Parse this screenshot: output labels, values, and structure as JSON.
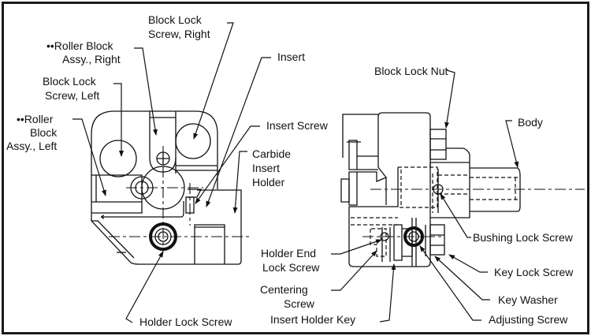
{
  "diagram": {
    "title": "Boring head insert holder assembly",
    "left_view": {
      "labels": {
        "block_lock_screw_right": [
          "Block Lock",
          "Screw, Right"
        ],
        "roller_block_right": [
          "••Roller Block",
          "Assy., Right"
        ],
        "block_lock_screw_left": [
          "Block Lock",
          "Screw, Left"
        ],
        "roller_block_left": [
          "••Roller",
          "Block",
          "Assy., Left"
        ],
        "insert": [
          "Insert"
        ],
        "insert_screw": [
          "Insert Screw"
        ],
        "carbide_insert_holder": [
          "Carbide",
          "Insert",
          "Holder"
        ],
        "holder_lock_screw": [
          "Holder Lock Screw"
        ]
      }
    },
    "right_view": {
      "labels": {
        "block_lock_nut": [
          "Block Lock Nut"
        ],
        "body": [
          "Body"
        ],
        "bushing_lock_screw": [
          "Bushing Lock Screw"
        ],
        "holder_end_lock_screw": [
          "Holder End",
          "Lock Screw"
        ],
        "key_lock_screw": [
          "Key Lock Screw"
        ],
        "centering_screw": [
          "Centering",
          "Screw"
        ],
        "key_washer": [
          "Key Washer"
        ],
        "insert_holder_key": [
          "Insert Holder Key"
        ],
        "adjusting_screw": [
          "Adjusting Screw"
        ]
      }
    }
  }
}
